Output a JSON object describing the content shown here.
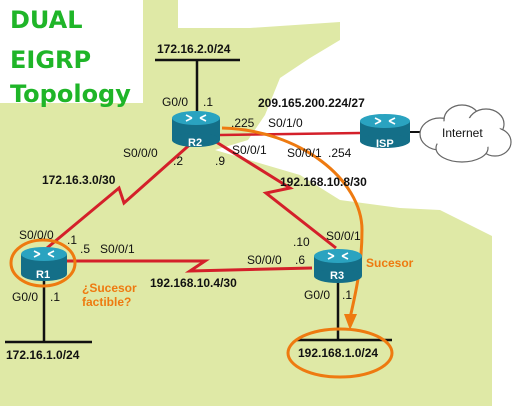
{
  "title": {
    "line1": "DUAL",
    "line2": "EIGRP",
    "line3": "Topology"
  },
  "colors": {
    "background": "#dfe9a6",
    "title": "#1fb528",
    "highlight": "#ee7a10",
    "serial_link": "#d4202a",
    "router_body": "#1a8aa5"
  },
  "routers": {
    "r1": "R1",
    "r2": "R2",
    "r3": "R3",
    "isp": "ISP"
  },
  "cloud": "Internet",
  "networks": {
    "r2_lan": "172.16.2.0/24",
    "r1_lan": "172.16.1.0/24",
    "r3_lan": "192.168.1.0/24",
    "isp_link": "209.165.200.224/27",
    "r1_r2": "172.16.3.0/30",
    "r2_r3": "192.168.10.8/30",
    "r1_r3": "192.168.10.4/30"
  },
  "interfaces": {
    "r2_g00": "G0/0",
    "r2_g00_host": ".1",
    "r2_s010_host": ".225",
    "r2_s010": "S0/1/0",
    "r2_s000": "S0/0/0",
    "r2_s000_host": ".2",
    "r2_s001": "S0/0/1",
    "r2_s001_host": ".9",
    "isp_s001": "S0/0/1",
    "isp_s001_host": ".254",
    "r1_s000": "S0/0/0",
    "r1_s000_host": ".1",
    "r1_s001_host": ".5",
    "r1_s001": "S0/0/1",
    "r1_g00": "G0/0",
    "r1_g00_host": ".1",
    "r3_s001_host": ".10",
    "r3_s001": "S0/0/1",
    "r3_s000": "S0/0/0",
    "r3_s000_host": ".6",
    "r3_g00": "G0/0",
    "r3_g00_host": ".1"
  },
  "annotations": {
    "successor": "Sucesor",
    "feasible_line1": "¿Sucesor",
    "feasible_line2": "factible?"
  }
}
